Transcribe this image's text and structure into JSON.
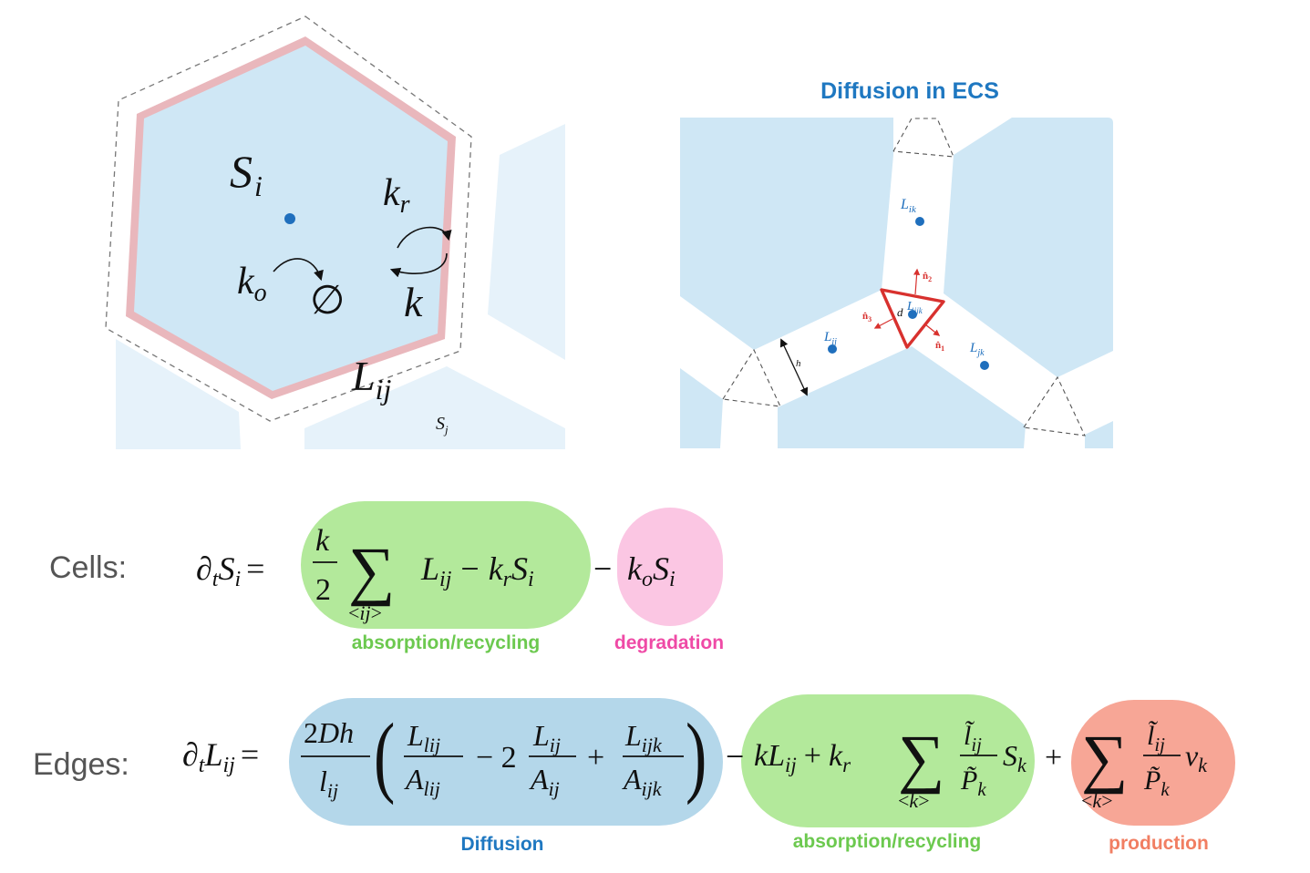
{
  "colors": {
    "cell_fill": "#cfe7f5",
    "cell_fill_light": "#e6f2fa",
    "membrane": "#e9b7bc",
    "dot_blue": "#1f6fbd",
    "arrow_red": "#d8312e",
    "title_blue": "#1f78c1",
    "green_pill": "#b3e99b",
    "pink_pill": "#fbc6e3",
    "blue_pill": "#b4d7ea",
    "salmon_pill": "#f7a696",
    "green_text": "#6cc94f",
    "pink_text": "#ef4aa6",
    "blue_text": "#1f78c1",
    "salmon_text": "#f17e62"
  },
  "left_panel": {
    "s_i": "S",
    "s_i_sub": "i",
    "k_r": "k",
    "k_r_sub": "r",
    "k_o": "k",
    "k_o_sub": "o",
    "empty_set": "∅",
    "k": "k",
    "l_ij": "L",
    "l_ij_sub": "ij",
    "s_j": "S",
    "s_j_sub": "j"
  },
  "right_panel": {
    "title": "Diffusion in ECS",
    "l_ik": "L",
    "l_ik_sub": "ik",
    "l_ij": "L",
    "l_ij_sub": "ij",
    "l_jk": "L",
    "l_jk_sub": "jk",
    "l_ijk": "L",
    "l_ijk_sub": "ijk",
    "n1": "n̂",
    "n1_sub": "1",
    "n2": "n̂",
    "n2_sub": "2",
    "n3": "n̂",
    "n3_sub": "3",
    "d": "d",
    "h": "h"
  },
  "equations": {
    "cells_label": "Cells:",
    "edges_label": "Edges:",
    "cells_tags": {
      "absorption": "absorption/recycling",
      "degradation": "degradation"
    },
    "edges_tags": {
      "diffusion": "Diffusion",
      "absorption": "absorption/recycling",
      "production": "production"
    }
  }
}
